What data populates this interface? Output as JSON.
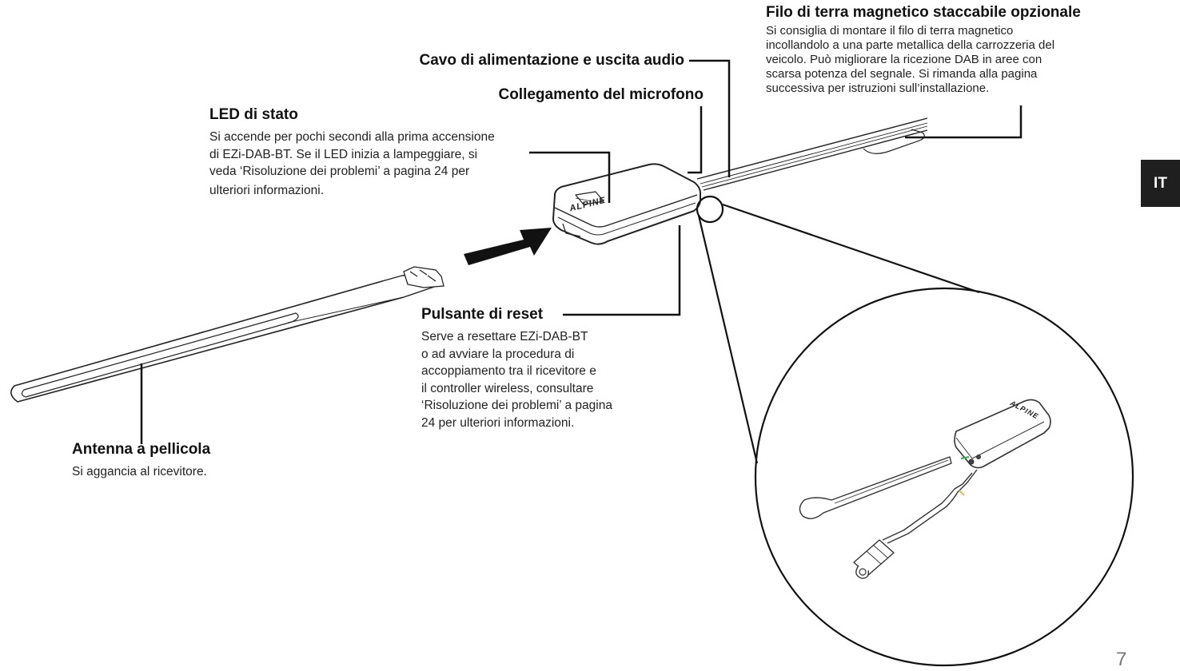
{
  "callouts": {
    "ground_wire": {
      "title": "Filo di terra magnetico staccabile opzionale",
      "lines": [
        "Si consiglia di montare il filo di terra magnetico",
        "incollandolo a una parte metallica della carrozzeria del",
        "veicolo. Può migliorare la ricezione DAB in aree con",
        "scarsa potenza del segnale. Si rimanda alla pagina",
        "successiva per istruzioni sull’installazione."
      ]
    },
    "power_cable": {
      "title": "Cavo di alimentazione e uscita audio"
    },
    "microphone": {
      "title": "Collegamento del microfono"
    },
    "status_led": {
      "title": "LED di stato",
      "lines": [
        "Si accende per pochi secondi alla prima accensione",
        "di EZi-DAB-BT. Se il LED inizia a lampeggiare, si",
        "veda ‘Risoluzione dei problemi’ a pagina 24 per",
        "ulteriori informazioni."
      ]
    },
    "reset_button": {
      "title": "Pulsante di reset",
      "lines": [
        "Serve a resettare EZi-DAB-BT",
        "o ad avviare la procedura di",
        "accoppiamento tra il ricevitore e",
        "il controller wireless, consultare",
        "‘Risoluzione dei problemi’ a pagina",
        "24 per ulteriori informazioni."
      ]
    },
    "film_antenna": {
      "title": "Antenna a pellicola",
      "lines": [
        "Si aggancia al ricevitore."
      ]
    }
  },
  "device_brand": "ALPINE",
  "language_tab": "IT",
  "page_number": "7",
  "colors": {
    "ink": "#1a1a1a",
    "tab": "#1f1f1f",
    "accent_green": "#3aa655",
    "accent_yellow": "#d8c23a"
  }
}
